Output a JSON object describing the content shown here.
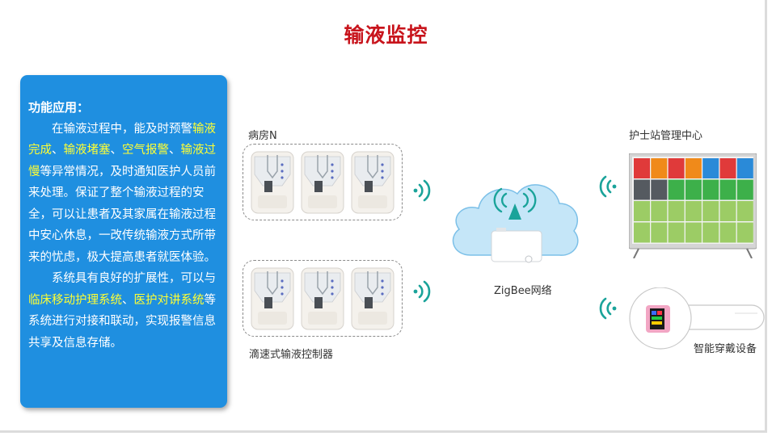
{
  "title": "输液监控",
  "panel": {
    "heading": "功能应用：",
    "p1": [
      {
        "t": "在输液过程中，能及时预警",
        "hl": false
      },
      {
        "t": "输液完成",
        "hl": true
      },
      {
        "t": "、",
        "hl": false
      },
      {
        "t": "输液堵塞",
        "hl": true
      },
      {
        "t": "、",
        "hl": false
      },
      {
        "t": "空气报警",
        "hl": true
      },
      {
        "t": "、",
        "hl": false
      },
      {
        "t": "输液过慢",
        "hl": true
      },
      {
        "t": "等异常情况，及时通知医护人员前来处理。保证了整个输液过程的安全，可以让患者及其家属在输液过程中安心休息，一改传统输液方式所带来的忧虑，极大提高患者就医体验。",
        "hl": false
      }
    ],
    "p2": [
      {
        "t": "系统具有良好的扩展性，可以与",
        "hl": false
      },
      {
        "t": "临床移动护理系统",
        "hl": true
      },
      {
        "t": "、",
        "hl": false
      },
      {
        "t": "医护对讲系统",
        "hl": true
      },
      {
        "t": "等系统进行对接和联动，实现报警信息共享及信息存储。",
        "hl": false
      }
    ]
  },
  "labels": {
    "ward": "病房N",
    "controller": "滴速式输液控制器",
    "network": "ZigBee网络",
    "nurse_station": "护士站管理中心",
    "wearable": "智能穿戴设备"
  },
  "colors": {
    "title": "#c8141c",
    "panel_bg": "#1f8fe0",
    "highlight": "#ffff33",
    "wifi": "#1aa39a",
    "cloud": "#c5e6f8"
  },
  "icons": [
    "wifi-signal-icon",
    "broadcast-antenna-icon",
    "zigbee-gateway-icon",
    "infusion-controller-icon",
    "monitor-display-icon",
    "wearable-band-icon"
  ]
}
